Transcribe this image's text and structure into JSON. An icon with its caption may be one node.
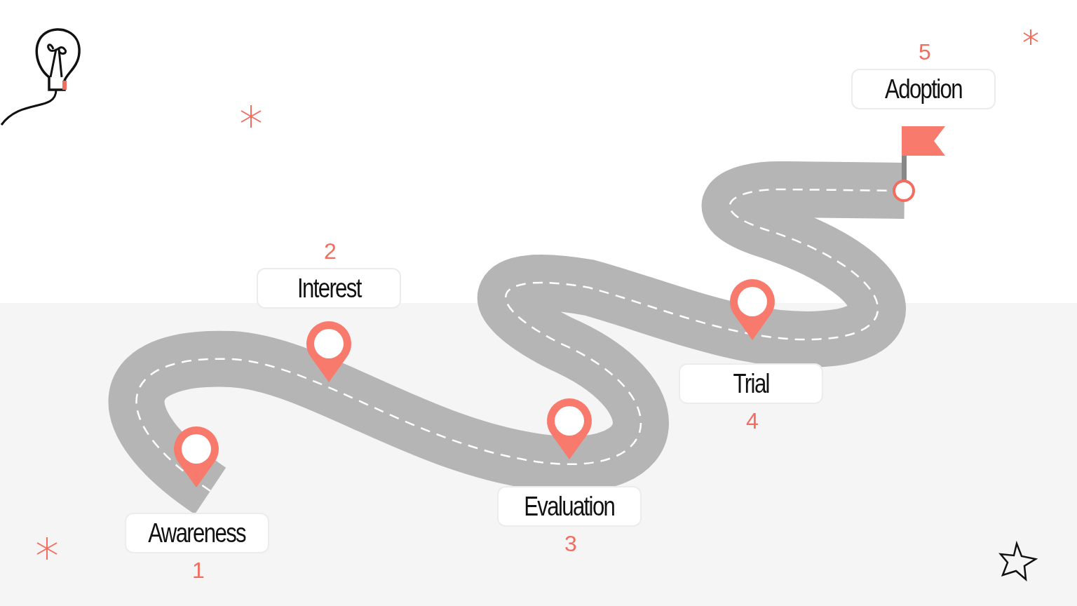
{
  "diagram": {
    "nodes": [
      {
        "text": [
          "Awareness"
        ],
        "beside": [
          "1"
        ]
      },
      {
        "text": [
          "Interest"
        ],
        "beside": [
          "2"
        ]
      },
      {
        "text": [
          "Evaluation"
        ],
        "beside": [
          "3"
        ]
      },
      {
        "text": [
          "Trial"
        ],
        "beside": [
          "4"
        ]
      },
      {
        "text": [
          "Adoption"
        ],
        "beside": [
          "5"
        ]
      }
    ]
  }
}
